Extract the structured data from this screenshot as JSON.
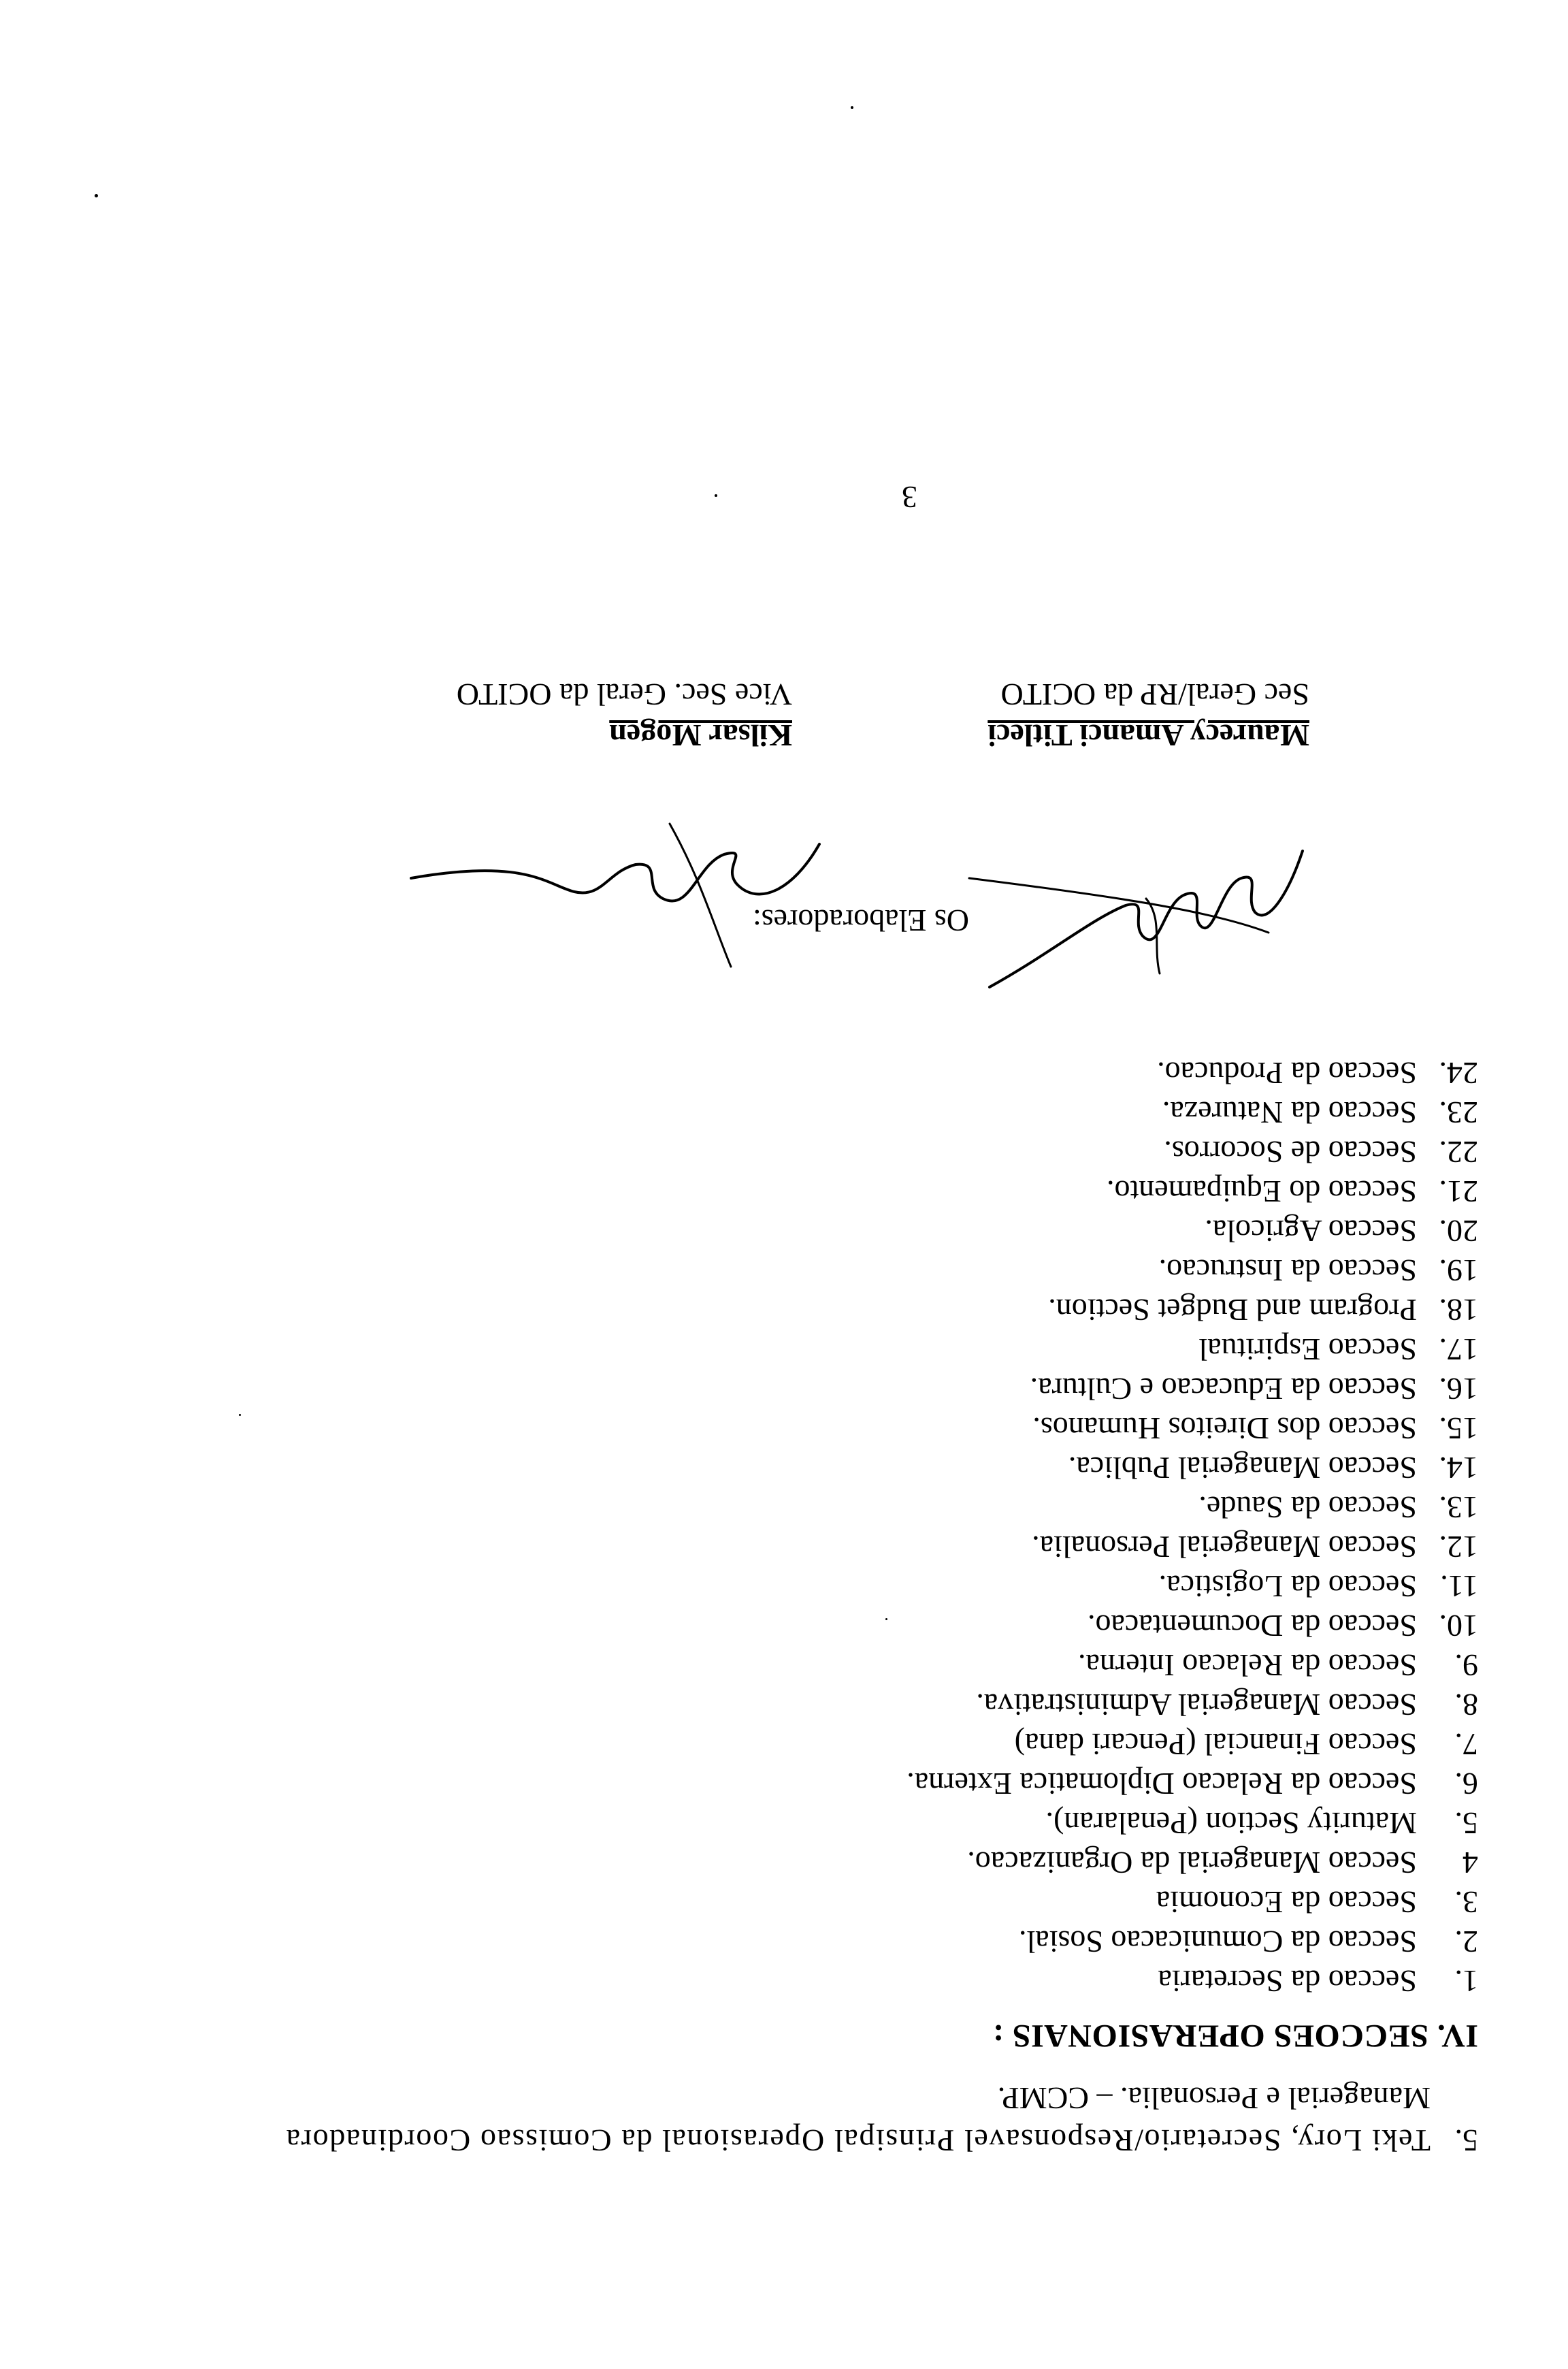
{
  "document": {
    "clause5": {
      "number": "5.",
      "line1": "Teki Lory, Secretario/Responsavel Prinsipal Operasional da Comissao Coordinadora",
      "line2": "Managerial e Personalia. – CCMP."
    },
    "section_heading": "IV. SECCOES OPERASIONAIS :",
    "sections": [
      {
        "num": "1.",
        "label": "Seccao da Secretaria"
      },
      {
        "num": "2.",
        "label": "Seccao da Comunicacao Sosial."
      },
      {
        "num": "3.",
        "label": "Seccao da Economia"
      },
      {
        "num": "4",
        "label": "Seccao Managerial da Organizacao."
      },
      {
        "num": "5.",
        "label": "Maturity Section (Penalaran)."
      },
      {
        "num": "6.",
        "label": "Seccao da Relacao Diplomatica Externa."
      },
      {
        "num": "7.",
        "label": "Seccao Financial (Pencari dana)"
      },
      {
        "num": "8.",
        "label": "Seccao Managerial Administrativa."
      },
      {
        "num": "9.",
        "label": "Seccao da Relacao Interna."
      },
      {
        "num": "10.",
        "label": "Seccao da Documentacao."
      },
      {
        "num": "11.",
        "label": "Seccao da Logistica."
      },
      {
        "num": "12.",
        "label": "Seccao Managerial Personalia."
      },
      {
        "num": "13.",
        "label": "Seccao da Saude."
      },
      {
        "num": "14.",
        "label": "Seccao Managerial Publica."
      },
      {
        "num": "15.",
        "label": "Seccao dos Direitos Humanos."
      },
      {
        "num": "16.",
        "label": "Seccao da Educacao e Cultura."
      },
      {
        "num": "17.",
        "label": "Seccao Espiritual"
      },
      {
        "num": "18.",
        "label": "Program and Budget Section."
      },
      {
        "num": "19.",
        "label": "Seccao da Instrucao."
      },
      {
        "num": "20.",
        "label": "Seccao Agricola."
      },
      {
        "num": "21.",
        "label": "Seccao do Equipamento."
      },
      {
        "num": "22.",
        "label": "Seccao de Socorros."
      },
      {
        "num": "23.",
        "label": "Seccao da Natureza."
      },
      {
        "num": "24.",
        "label": "Seccao da Producao."
      }
    ],
    "elaboradores_label": "Os Elaboradores:",
    "signatories": [
      {
        "name": "Maurecy Amanci Titleci",
        "title": "Sec Geral/RP da OCITO"
      },
      {
        "name": "Kilsar Mogen",
        "title": "Vice Sec. Geral da OCITO"
      }
    ],
    "page_number": "3"
  }
}
